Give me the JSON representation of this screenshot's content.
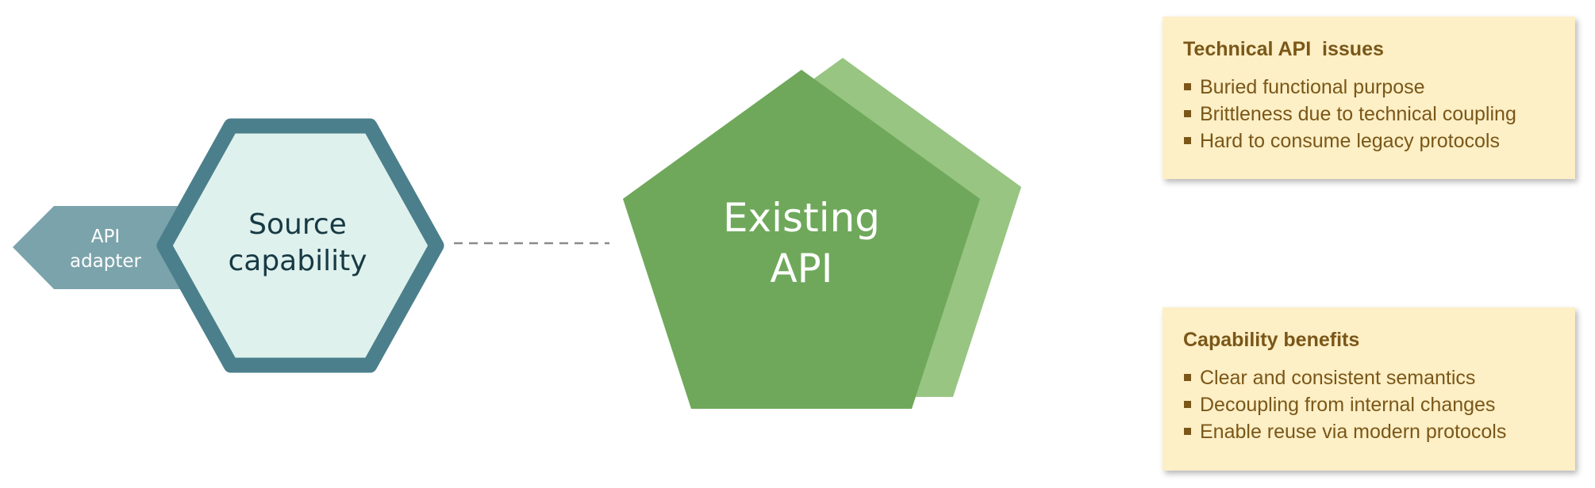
{
  "diagram": {
    "adapter_label_line1": "API",
    "adapter_label_line2": "adapter",
    "source_label_line1": "Source",
    "source_label_line2": "capability",
    "existing_label_line1": "Existing",
    "existing_label_line2": "API"
  },
  "colors": {
    "adapter_fill": "#7ba3ab",
    "hexagon_stroke": "#4b7f8c",
    "hexagon_fill": "#dff1ed",
    "pentagon_front": "#6fa85b",
    "pentagon_back": "#98c582",
    "connector": "#8a8a8a",
    "card_background": "#fdefc6",
    "card_text": "#7a5718"
  },
  "cards": {
    "issues": {
      "title": "Technical API  issues",
      "items": [
        "Buried functional purpose",
        "Brittleness due to technical coupling",
        "Hard to consume legacy protocols"
      ]
    },
    "benefits": {
      "title": "Capability benefits",
      "items": [
        "Clear and consistent semantics",
        "Decoupling from internal changes",
        "Enable reuse via modern protocols"
      ]
    }
  }
}
